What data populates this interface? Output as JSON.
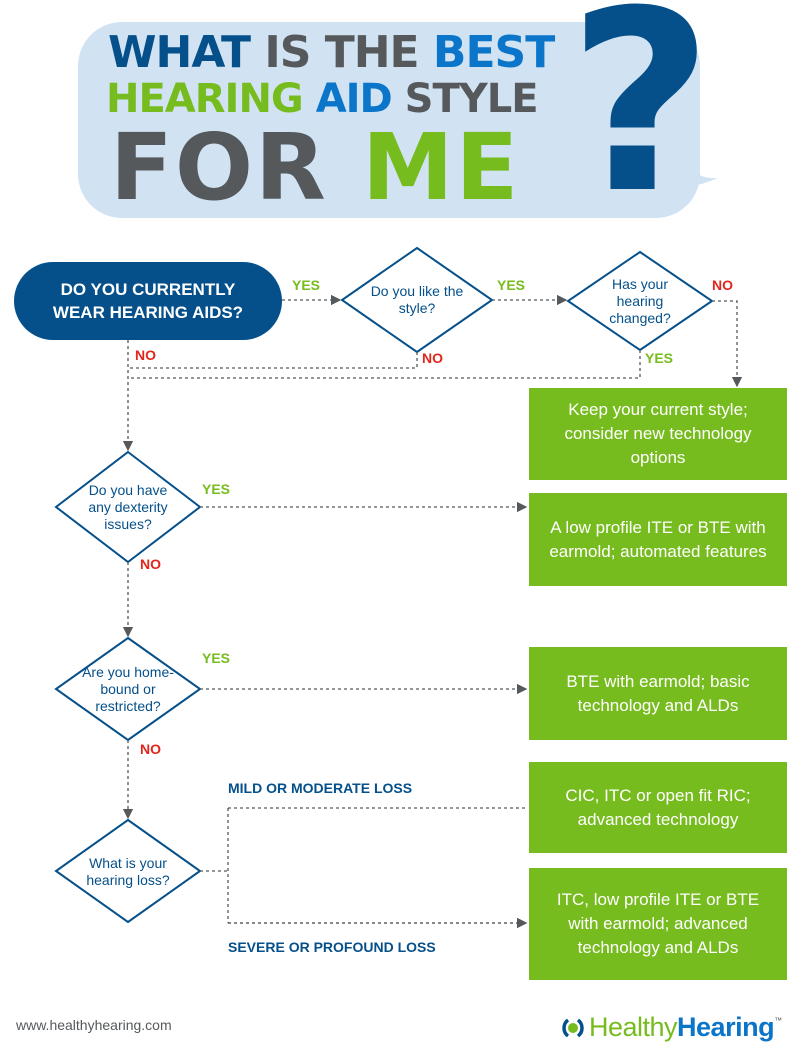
{
  "header": {
    "line1": {
      "part1": "WHAT ",
      "part2": "IS THE ",
      "part3": "BEST"
    },
    "line2": {
      "part1": "HEARING ",
      "part2": "AID ",
      "part3": "STYLE"
    },
    "line3": {
      "part1": "FOR ",
      "part2": "ME"
    },
    "question_mark": "?"
  },
  "flow": {
    "start": "DO YOU CURRENTLY WEAR HEARING AIDS?",
    "q_like_style": "Do you like the style?",
    "q_hearing_changed": "Has your hearing changed?",
    "q_dexterity": "Do you have any dexterity issues?",
    "q_homebound": "Are you home-bound or restricted?",
    "q_hearing_loss": "What is your hearing loss?",
    "labels": {
      "yes": "YES",
      "no": "NO",
      "mild": "MILD OR MODERATE LOSS",
      "severe": "SEVERE OR PROFOUND LOSS"
    },
    "outcomes": [
      "Keep your current style; consider new technology options",
      "A low profile ITE or BTE with earmold; automated features",
      "BTE with earmold; basic technology and ALDs",
      "CIC, ITC or open fit RIC; advanced technology",
      "ITC, low profile ITE or BTE with earmold; advanced technology and ALDs"
    ]
  },
  "footer": {
    "url": "www.healthyhearing.com",
    "logo_part1": "Healthy",
    "logo_part2": "Hearing",
    "logo_tm": "™"
  },
  "colors": {
    "dark_blue": "#05508a",
    "green": "#77bc1f",
    "light_blue": "#d1e3f3",
    "gray": "#55595c",
    "blue": "#0a75c9",
    "red": "#e1261c"
  }
}
